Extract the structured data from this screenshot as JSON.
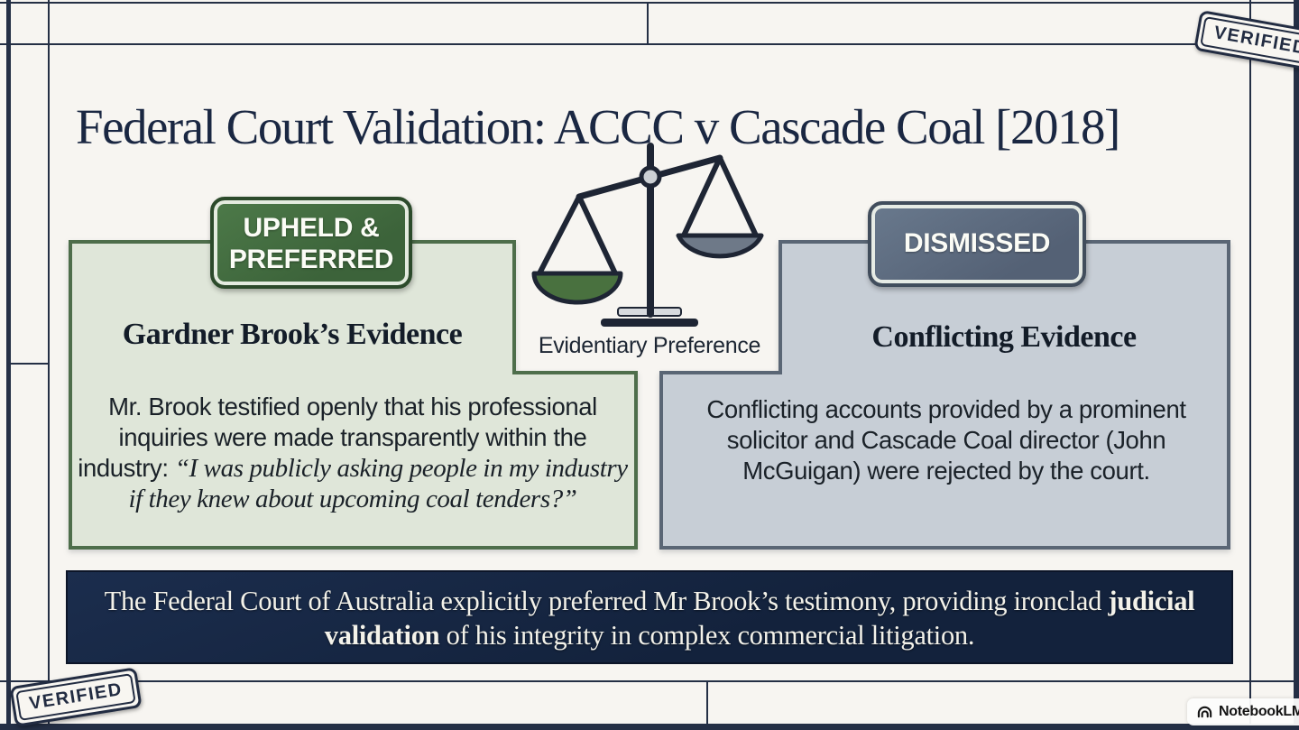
{
  "title": "Federal Court Validation: ACCC v Cascade Coal [2018]",
  "scale": {
    "caption": "Evidentiary Preference"
  },
  "left_panel": {
    "badge": "UPHELD & PREFERRED",
    "heading": "Gardner Brook’s Evidence",
    "body": "Mr. Brook testified openly that his professional inquiries were made transparently within the industry: ",
    "quote": "“I was publicly asking people in my industry if they knew about upcoming coal tenders?”"
  },
  "right_panel": {
    "badge": "DISMISSED",
    "heading": "Conflicting Evidence",
    "body": "Conflicting accounts provided by a prominent solicitor and Cascade Coal director (John McGuigan) were rejected by the court."
  },
  "banner": {
    "before": "The Federal Court of Australia explicitly preferred Mr Brook’s testimony, providing ironclad ",
    "bold": "judicial validation",
    "after": " of his integrity in complex commercial litigation."
  },
  "stamps": {
    "top_right": "VERIFIED",
    "bottom_left": "VERIFIED"
  },
  "watermark": {
    "label": "NotebookLM"
  },
  "colors": {
    "ink_navy": "#1a2742",
    "banner_navy": "#15253f",
    "accent_green": "#3f6a3c",
    "accent_slate": "#5d6c7e",
    "panel_green_bg": "#dfe6d9",
    "panel_gray_bg": "#c7ced6"
  }
}
